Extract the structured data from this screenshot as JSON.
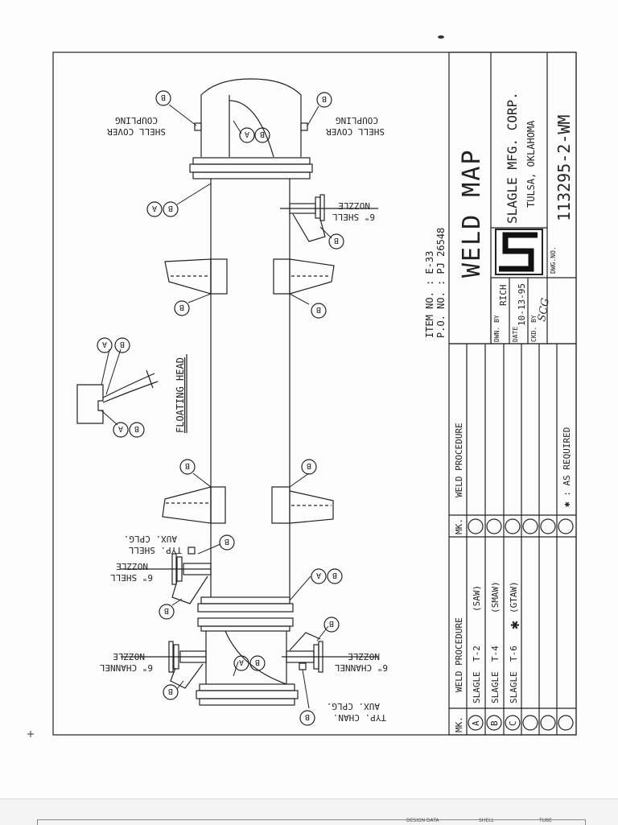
{
  "drawing": {
    "title": "WELD MAP",
    "company": "SLAGLE MFG. CORP.",
    "city": "TULSA, OKLAHOMA",
    "dwg_no_label": "DWG.NO.",
    "dwg_no": "113295-2-WM",
    "item_no": "ITEM NO. : E-33",
    "po_no": "P.O. NO. : PJ 26548",
    "drawn_by_label": "DWN. BY",
    "drawn_by": "RICH",
    "date_label": "DATE",
    "date": "10-13-95",
    "checked_by_label": "CKD. BY",
    "checked_by": "SCG",
    "as_required_note": "✱ : AS REQUIRED"
  },
  "weld_table": {
    "mk_header": "MK.",
    "procedure_header": "WELD  PROCEDURE",
    "rows": [
      {
        "mk": "A",
        "company": "SLAGLE",
        "code": "T-2",
        "process": "(SAW)",
        "star": ""
      },
      {
        "mk": "B",
        "company": "SLAGLE",
        "code": "T-4",
        "process": "(SMAW)",
        "star": ""
      },
      {
        "mk": "C",
        "company": "SLAGLE",
        "code": "T-6",
        "process": "(GTAW)",
        "star": "✱"
      }
    ]
  },
  "callouts": {
    "shell_cover_coupling_l1": "SHELL COVER",
    "shell_cover_coupling_l2": "COUPLING",
    "shell_nozzle_l1": "6\" SHELL",
    "shell_nozzle_l2": "NOZZLE",
    "floating_head": "FLOATING HEAD",
    "aux_cplg_l1": "TYP. SHELL",
    "aux_cplg_l2": "AUX. CPLG.",
    "channel_nozzle_l1": "6\" CHANNEL",
    "channel_nozzle_l2": "NOZZLE",
    "chan_aux_l1": "TYP. CHAN.",
    "chan_aux_l2": "AUX. CPLG.",
    "weld_a": "A",
    "weld_b": "B"
  },
  "footer": {
    "design_data": "DESIGN DATA",
    "shell": "SHELL",
    "tube": "TUBE"
  }
}
